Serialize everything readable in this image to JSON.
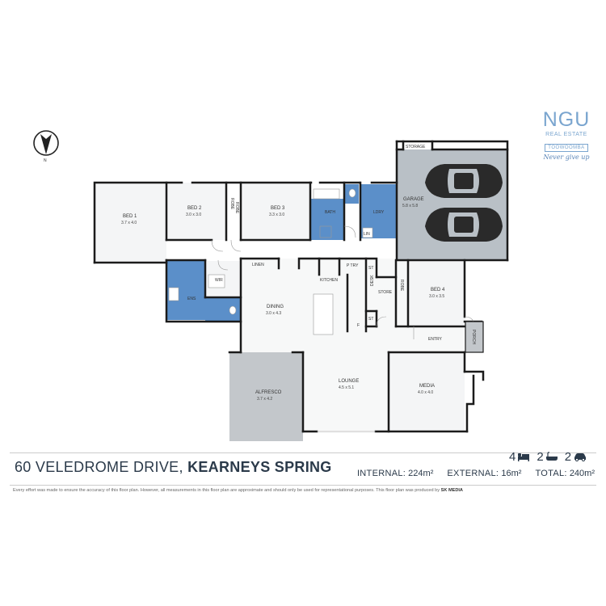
{
  "brand": {
    "name": "NGU",
    "line1": "REAL ESTATE",
    "line2": "TOOWOOMBA",
    "tagline": "Never give up"
  },
  "compass": {
    "label": "N",
    "icon": "north-arrow-icon"
  },
  "rooms": {
    "bed1": {
      "name": "BED 1",
      "dim": "3.7 x 4.0"
    },
    "bed2": {
      "name": "BED 2",
      "dim": "3.0 x 3.0"
    },
    "bed3": {
      "name": "BED 3",
      "dim": "3.3 x 3.0"
    },
    "bed4": {
      "name": "BED 4",
      "dim": "3.0 x 3.5"
    },
    "garage": {
      "name": "GARAGE",
      "dim": "5.8 x 5.8"
    },
    "dining": {
      "name": "DINING",
      "dim": "3.0 x 4.3"
    },
    "lounge": {
      "name": "LOUNGE",
      "dim": "4.5 x 5.1"
    },
    "media": {
      "name": "MEDIA",
      "dim": "4.0 x 4.0"
    },
    "alfresco": {
      "name": "ALFRESCO",
      "dim": "3.7 x 4.2"
    },
    "bath": {
      "name": "BATH"
    },
    "ldry": {
      "name": "LDRY"
    },
    "lin": {
      "name": "LIN"
    },
    "storage": {
      "name": "STORAGE"
    },
    "robe1": {
      "name": "ROBE"
    },
    "robe2": {
      "name": "ROBE"
    },
    "robe3": {
      "name": "ROBE"
    },
    "linen": {
      "name": "LINEN"
    },
    "wir": {
      "name": "WIR"
    },
    "ens": {
      "name": "ENS"
    },
    "kitchen": {
      "name": "KITCHEN"
    },
    "ptry": {
      "name": "P TRY"
    },
    "st1": {
      "name": "ST"
    },
    "st2": {
      "name": "ST"
    },
    "desk": {
      "name": "DESK"
    },
    "store": {
      "name": "STORE"
    },
    "fridge": {
      "name": "F"
    },
    "entry": {
      "name": "ENTRY"
    },
    "porch": {
      "name": "PORCH"
    }
  },
  "footer": {
    "address_street": "60 VELEDROME DRIVE, ",
    "address_suburb": "KEARNEYS SPRING",
    "beds": "4",
    "baths": "2",
    "cars": "2",
    "internal_label": "INTERNAL:",
    "internal_value": "224m²",
    "external_label": "EXTERNAL:",
    "external_value": "16m²",
    "total_label": "TOTAL:",
    "total_value": "240m²",
    "disclaimer": "Every effort was made to ensure the accuracy of this floor plan. However, all measurements in this floor plan are approximate and should only be used for representational purposes. This floor plan was produced by ",
    "producer": "SK MEDIA"
  },
  "colors": {
    "wet_area": "#5b8fc9",
    "garage_fill": "#b9c0c6",
    "alfresco_fill": "#c3c7cb",
    "room_fill": "#f4f5f6",
    "wall": "#1b1b1b",
    "brand": "#7aa5cf"
  },
  "icons": [
    "bed-icon",
    "bath-icon",
    "car-icon"
  ]
}
